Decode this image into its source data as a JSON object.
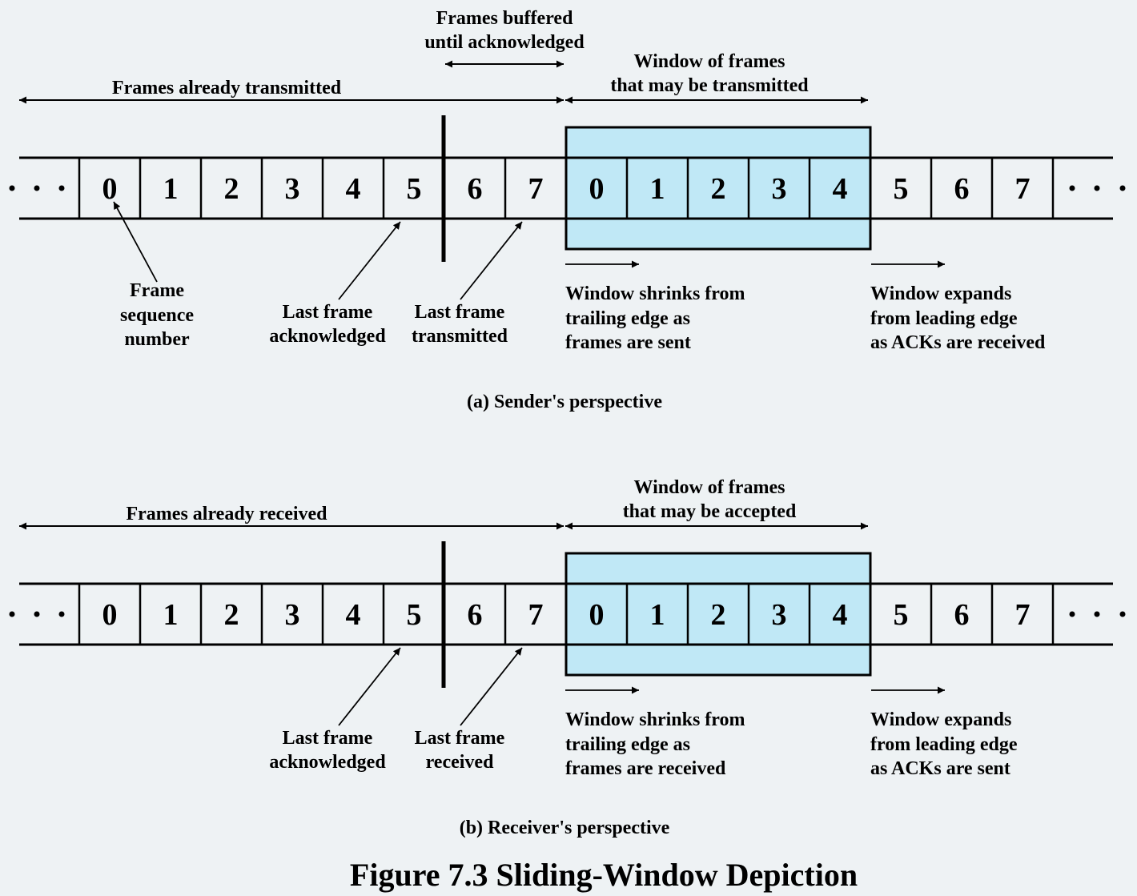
{
  "colors": {
    "background": "#eef2f4",
    "window_fill": "#c0e8f6",
    "stroke": "#000000"
  },
  "figure_title": "Figure 7.3  Sliding-Window Depiction",
  "sender": {
    "frames": [
      "0",
      "1",
      "2",
      "3",
      "4",
      "5",
      "6",
      "7",
      "0",
      "1",
      "2",
      "3",
      "4",
      "5",
      "6",
      "7"
    ],
    "window_frame_count": 5,
    "buffered_label": [
      "Frames buffered",
      "until acknowledged"
    ],
    "already_label": "Frames already transmitted",
    "window_label": [
      "Window of frames",
      "that may be transmitted"
    ],
    "seq_label": [
      "Frame",
      "sequence",
      "number"
    ],
    "last_ack_label": [
      "Last frame",
      "acknowledged"
    ],
    "last_sent_label": [
      "Last frame",
      "transmitted"
    ],
    "shrink_label": [
      "Window shrinks from",
      "trailing edge as",
      "frames are sent"
    ],
    "expand_label": [
      "Window expands",
      "from leading edge",
      "as ACKs are received"
    ],
    "caption": "(a) Sender's perspective"
  },
  "receiver": {
    "frames": [
      "0",
      "1",
      "2",
      "3",
      "4",
      "5",
      "6",
      "7",
      "0",
      "1",
      "2",
      "3",
      "4",
      "5",
      "6",
      "7"
    ],
    "window_frame_count": 5,
    "already_label": "Frames already received",
    "window_label": [
      "Window of frames",
      "that may be accepted"
    ],
    "last_ack_label": [
      "Last frame",
      "acknowledged"
    ],
    "last_recv_label": [
      "Last frame",
      "received"
    ],
    "shrink_label": [
      "Window shrinks from",
      "trailing edge as",
      "frames are received"
    ],
    "expand_label": [
      "Window expands",
      "from leading edge",
      "as ACKs are sent"
    ],
    "caption": "(b) Receiver's perspective"
  }
}
